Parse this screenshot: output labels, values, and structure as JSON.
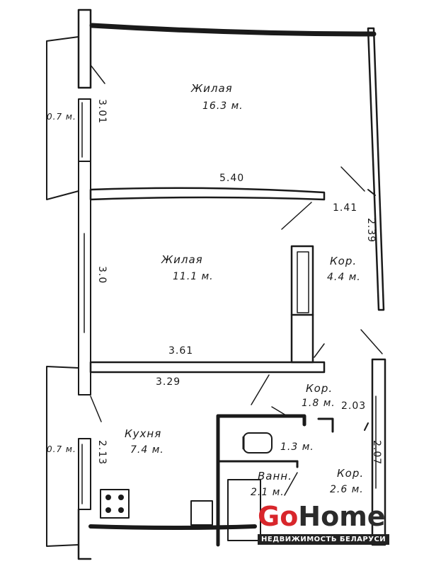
{
  "rooms": [
    {
      "name": "Жилая",
      "area": "16.3 м."
    },
    {
      "name": "Жилая",
      "area": "11.1 м."
    },
    {
      "name": "Кор.",
      "area": "4.4 м."
    },
    {
      "name": "Кор.",
      "area": "1.8 м."
    },
    {
      "name": "Кухня",
      "area": "7.4 м."
    },
    {
      "name": "Ванн.",
      "area": "2.1 м."
    },
    {
      "name": "Кор.",
      "area": "2.6 м."
    }
  ],
  "small_areas": {
    "wc": "1.3 м.",
    "balcony_top": "0.7 м.",
    "balcony_bottom": "0.7 м."
  },
  "dimensions": {
    "d540": "5.40",
    "d361": "3.61",
    "d329": "3.29",
    "d141": "1.41",
    "d203": "2.03",
    "v301": "3.01",
    "v30": "3.0",
    "v213": "2.13",
    "v239": "2.39",
    "v207": "2.07"
  },
  "brand": {
    "part1": "Go",
    "part2": "Home",
    "tagline": "НЕДВИЖИМОСТЬ БЕЛАРУСИ"
  },
  "colors": {
    "ink": "#1a1a1a",
    "brand_red": "#d8262b",
    "brand_dark": "#2b2b2b"
  }
}
